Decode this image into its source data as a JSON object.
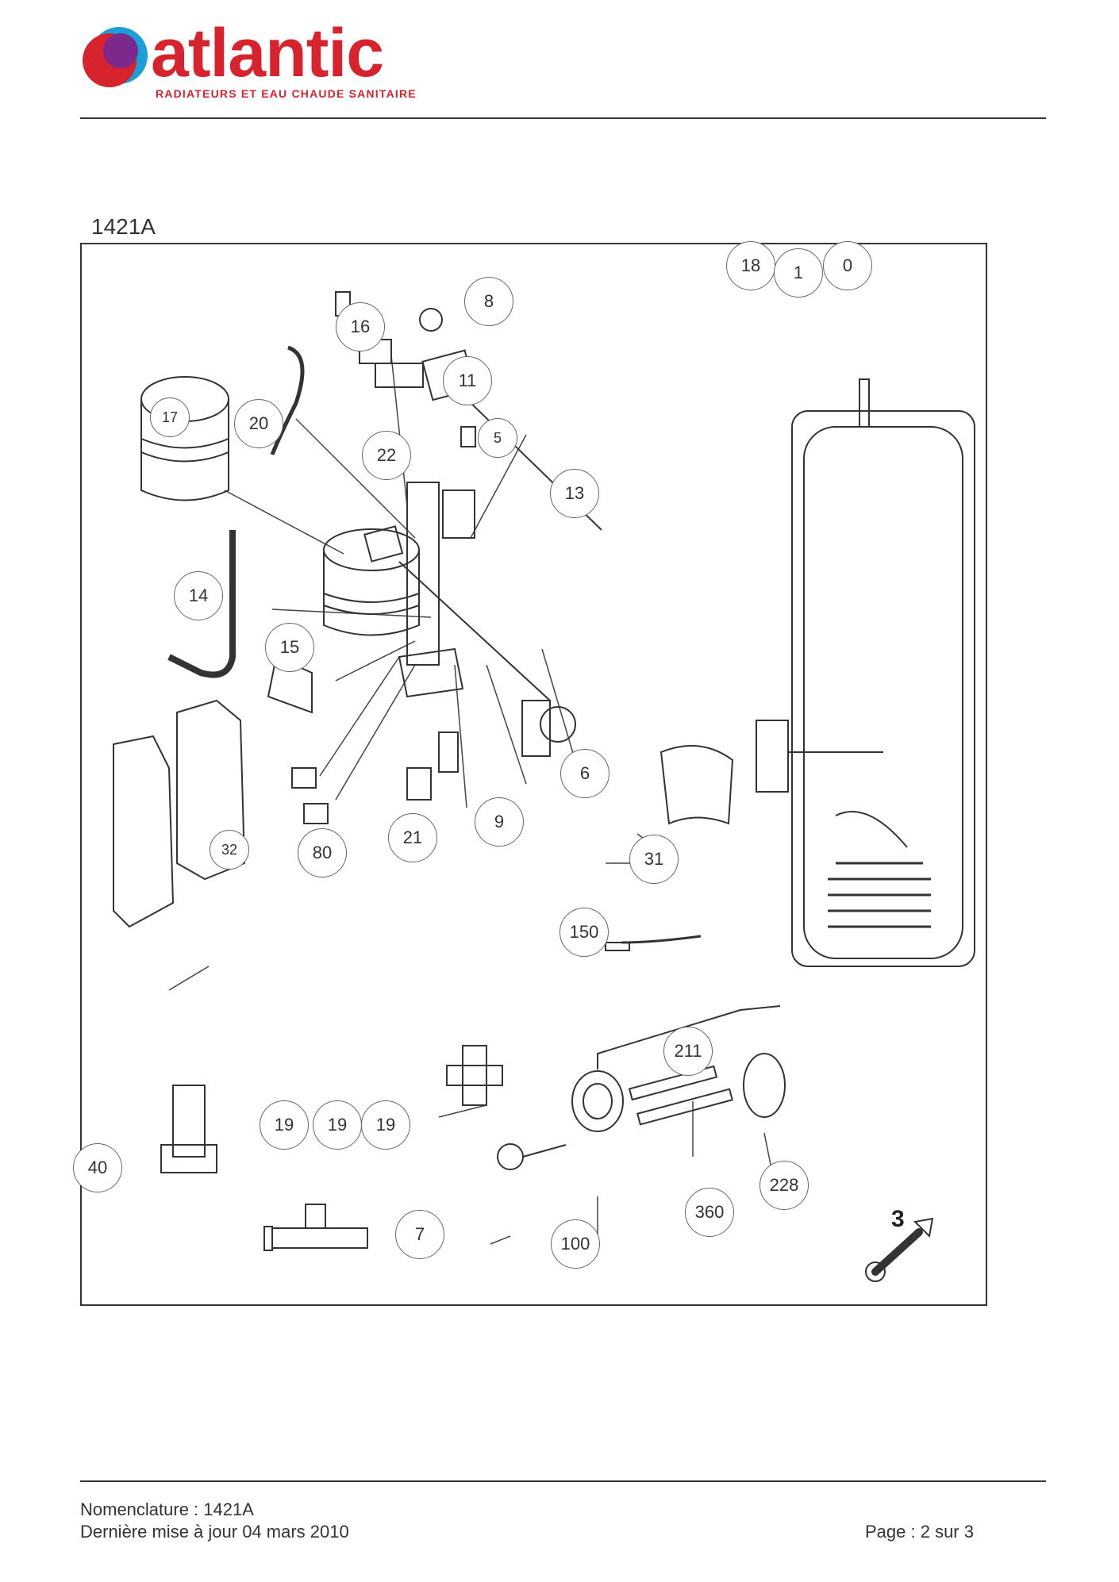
{
  "header": {
    "brand": "atlantic",
    "tagline": "RADIATEURS ET EAU CHAUDE SANITAIRE",
    "brand_color": "#d7232d",
    "mark_colors": [
      "#d7232d",
      "#7b2a8c",
      "#1a9fd9"
    ]
  },
  "document": {
    "code": "1421A"
  },
  "callouts": [
    {
      "label": "18"
    },
    {
      "label": "1"
    },
    {
      "label": "0"
    },
    {
      "label": "8"
    },
    {
      "label": "16"
    },
    {
      "label": "11"
    },
    {
      "label": "17"
    },
    {
      "label": "20"
    },
    {
      "label": "22"
    },
    {
      "label": "5"
    },
    {
      "label": "13"
    },
    {
      "label": "14"
    },
    {
      "label": "15"
    },
    {
      "label": "6"
    },
    {
      "label": "9"
    },
    {
      "label": "21"
    },
    {
      "label": "80"
    },
    {
      "label": "32"
    },
    {
      "label": "31"
    },
    {
      "label": "150"
    },
    {
      "label": "211"
    },
    {
      "label": "19"
    },
    {
      "label": "19"
    },
    {
      "label": "19"
    },
    {
      "label": "40"
    },
    {
      "label": "228"
    },
    {
      "label": "360"
    },
    {
      "label": "7"
    },
    {
      "label": "100"
    }
  ],
  "tool": {
    "number": "3",
    "icon": "wrench-icon"
  },
  "footer": {
    "nomenclature": "Nomenclature : 1421A",
    "updated": "Dernière mise à jour 04 mars 2010",
    "page": "Page : 2 sur 3"
  }
}
